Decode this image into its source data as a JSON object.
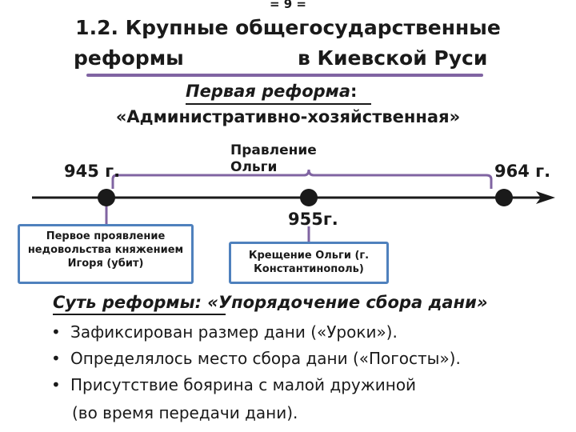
{
  "page_number": "= 9 =",
  "title": {
    "line1": "1.2. Крупные общегосударственные",
    "line2_left": "реформы",
    "line2_right": "в Киевской Руси"
  },
  "subtitle": {
    "reform_label": "Первая реформа",
    "colon": ":",
    "reform_name": "«Административно-хозяйственная»"
  },
  "timeline": {
    "start_year": "945 г.",
    "end_year": "964 г.",
    "mid_year": "955г.",
    "reign_label": "Правление Ольги",
    "event1": "Первое проявление недовольства княжением Игоря (убит)",
    "event2": "Крещение Ольги (г. Константинополь)"
  },
  "essence": {
    "label": "Суть реформы",
    "text": ": «Упорядочение сбора дани»"
  },
  "bullets": [
    "Зафиксирован размер дани («Уроки»).",
    "Определялось место сбора дани («Погосты»).",
    "Присутствие боярина с малой дружиной"
  ],
  "bullet_continuation": "(во время передачи дани).",
  "bullet_glyph": "•",
  "colors": {
    "accent_purple": "#8064a2",
    "box_border": "#4f81bd",
    "text": "#1a1a1a"
  }
}
